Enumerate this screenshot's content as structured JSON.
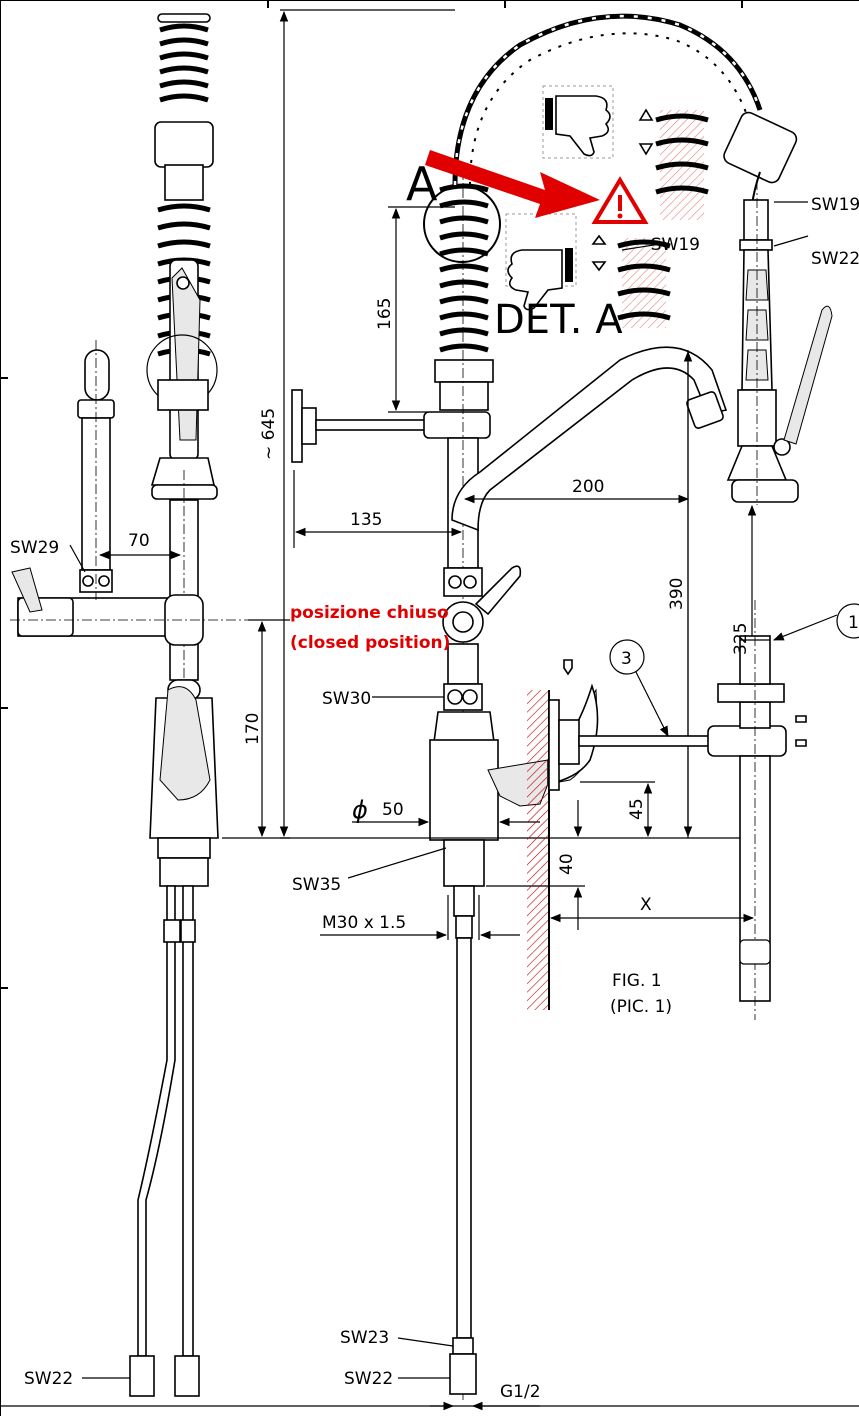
{
  "dimensions": {
    "d645": "~ 645",
    "d165": "165",
    "d135": "135",
    "d200": "200",
    "d70": "70",
    "d390": "390",
    "d325": "325",
    "d170": "170",
    "d45": "45",
    "d40": "40",
    "phi50_symbol": "ϕ",
    "phi50_value": "50",
    "thread": "M30 x 1.5",
    "inlet": "G1/2",
    "x": "X"
  },
  "wrench_sizes": {
    "sw19_top": "SW19",
    "sw22_right": "SW22",
    "sw19_detail": "SW19",
    "sw29": "SW29",
    "sw30": "SW30",
    "sw35": "SW35",
    "sw23": "SW23",
    "sw22_bottom_center": "SW22",
    "sw22_bottom_left": "SW22"
  },
  "detail": {
    "marker": "A",
    "title": "DET. A"
  },
  "note": {
    "line1": "posizione chiuso",
    "line2": "(closed position)",
    "color": "#e00000"
  },
  "figure": {
    "callout_3": "3",
    "callout_1": "1",
    "caption_line1": "FIG. 1",
    "caption_line2": "(PIC. 1)"
  },
  "icons": [
    "warning-triangle-icon",
    "thumbs-down-icon",
    "thumbs-up-icon",
    "red-arrow-icon"
  ]
}
